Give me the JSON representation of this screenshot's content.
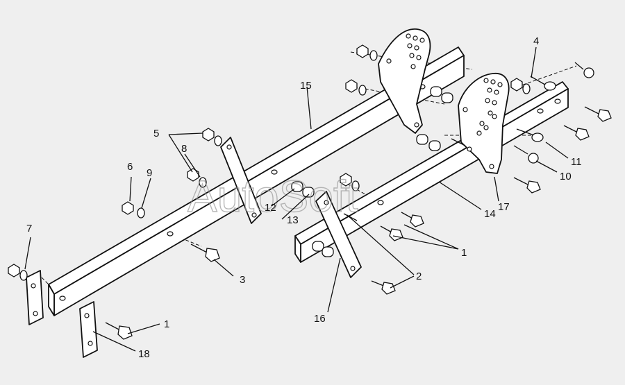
{
  "watermark": "AutoSoft",
  "callouts": {
    "c1a": "1",
    "c1b": "1",
    "c2": "2",
    "c3": "3",
    "c4": "4",
    "c5": "5",
    "c6": "6",
    "c7": "7",
    "c8": "8",
    "c9": "9",
    "c10": "10",
    "c11": "11",
    "c12": "12",
    "c13": "13",
    "c14": "14",
    "c15": "15",
    "c16": "16",
    "c17": "17",
    "c18": "18"
  }
}
